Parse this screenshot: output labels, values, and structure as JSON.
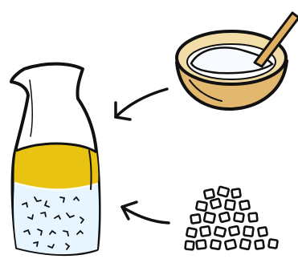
{
  "illustration": {
    "subjects": {
      "bowl": "bowl-with-spoon",
      "cubes": "cube-pile",
      "bottle": "glass-bottle"
    },
    "colors": {
      "ink": "#111111",
      "bowl_wood": "#E2B86E",
      "bowl_rim": "#F2DDA8",
      "spoon": "#E0B060",
      "powder": "#F7FBFF",
      "oil": "#E8C312",
      "water": "#E6F5FF",
      "glass": "#FFFFFF"
    }
  }
}
